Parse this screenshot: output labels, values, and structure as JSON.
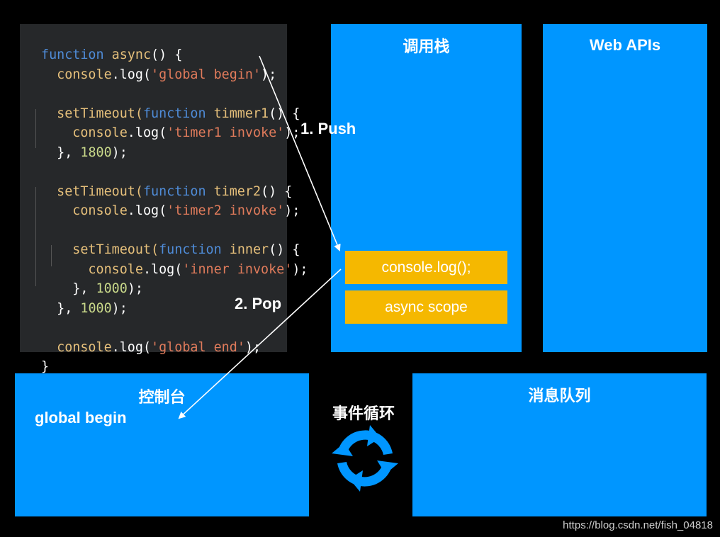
{
  "code": {
    "lines": [
      [
        {
          "t": "function ",
          "c": "kw"
        },
        {
          "t": "async",
          "c": "fn"
        },
        {
          "t": "() {",
          "c": ""
        }
      ],
      [
        {
          "t": "  console",
          "c": "fn"
        },
        {
          "t": ".log(",
          "c": ""
        },
        {
          "t": "'global begin'",
          "c": "str"
        },
        {
          "t": ");",
          "c": ""
        }
      ],
      [],
      [
        {
          "t": "  setTimeout(",
          "c": "fn"
        },
        {
          "t": "function ",
          "c": "kw"
        },
        {
          "t": "timmer1",
          "c": "fn"
        },
        {
          "t": "() {",
          "c": ""
        }
      ],
      [
        {
          "t": "    console",
          "c": "fn"
        },
        {
          "t": ".log(",
          "c": ""
        },
        {
          "t": "'timer1 invoke'",
          "c": "str"
        },
        {
          "t": ");",
          "c": ""
        }
      ],
      [
        {
          "t": "  }, ",
          "c": ""
        },
        {
          "t": "1800",
          "c": "num"
        },
        {
          "t": ");",
          "c": ""
        }
      ],
      [],
      [
        {
          "t": "  setTimeout(",
          "c": "fn"
        },
        {
          "t": "function ",
          "c": "kw"
        },
        {
          "t": "timer2",
          "c": "fn"
        },
        {
          "t": "() {",
          "c": ""
        }
      ],
      [
        {
          "t": "    console",
          "c": "fn"
        },
        {
          "t": ".log(",
          "c": ""
        },
        {
          "t": "'timer2 invoke'",
          "c": "str"
        },
        {
          "t": ");",
          "c": ""
        }
      ],
      [],
      [
        {
          "t": "    setTimeout(",
          "c": "fn"
        },
        {
          "t": "function ",
          "c": "kw"
        },
        {
          "t": "inner",
          "c": "fn"
        },
        {
          "t": "() {",
          "c": ""
        }
      ],
      [
        {
          "t": "      console",
          "c": "fn"
        },
        {
          "t": ".log(",
          "c": ""
        },
        {
          "t": "'inner invoke'",
          "c": "str"
        },
        {
          "t": ");",
          "c": ""
        }
      ],
      [
        {
          "t": "    }, ",
          "c": ""
        },
        {
          "t": "1000",
          "c": "num"
        },
        {
          "t": ");",
          "c": ""
        }
      ],
      [
        {
          "t": "  }, ",
          "c": ""
        },
        {
          "t": "1000",
          "c": "num"
        },
        {
          "t": ");",
          "c": ""
        }
      ],
      [],
      [
        {
          "t": "  console",
          "c": "fn"
        },
        {
          "t": ".log(",
          "c": ""
        },
        {
          "t": "'global end'",
          "c": "str"
        },
        {
          "t": ");",
          "c": ""
        }
      ],
      [
        {
          "t": "}",
          "c": ""
        }
      ]
    ]
  },
  "call_stack": {
    "title": "调用栈",
    "frames": [
      "console.log();",
      "async scope"
    ]
  },
  "web_apis": {
    "title": "Web APIs"
  },
  "console_panel": {
    "title": "控制台",
    "output": "global begin"
  },
  "event_loop": {
    "label": "事件循环",
    "icon": "refresh-cycle-icon"
  },
  "message_queue": {
    "title": "消息队列"
  },
  "arrows": {
    "push_label": "1. Push",
    "pop_label": "2. Pop"
  },
  "watermark": "https://blog.csdn.net/fish_04818",
  "colors": {
    "panel": "#0096ff",
    "frame": "#f5b800",
    "background": "#000000",
    "code_bg": "#26282a"
  }
}
